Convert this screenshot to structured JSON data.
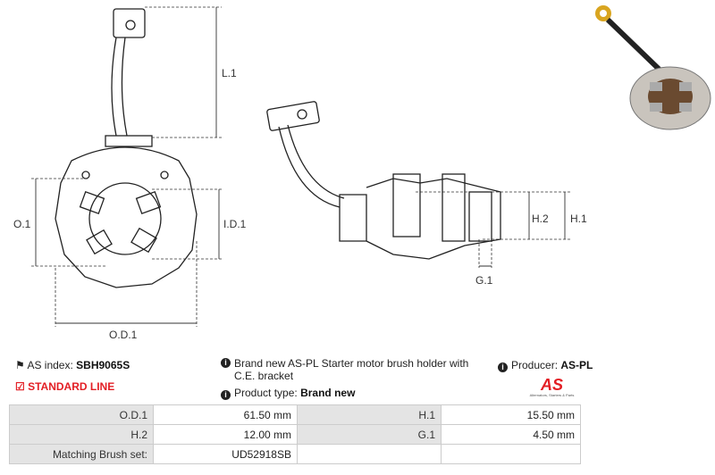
{
  "drawing": {
    "labels": {
      "l1": "L.1",
      "o1": "O.1",
      "id1": "I.D.1",
      "od1": "O.D.1",
      "h2": "H.2",
      "h1": "H.1",
      "g1": "G.1"
    }
  },
  "info": {
    "as_index_label": "AS index:",
    "as_index": "SBH9065S",
    "standard_line": "STANDARD LINE",
    "description": "Brand new AS-PL Starter motor brush holder with C.E. bracket",
    "producer_label": "Producer:",
    "producer": "AS-PL",
    "product_type_label": "Product type:",
    "product_type": "Brand new",
    "logo_text": "AS",
    "logo_tagline": "Alternators, Starters & Parts"
  },
  "specs": [
    {
      "l1": "O.D.1",
      "v1": "61.50 mm",
      "l2": "H.1",
      "v2": "15.50 mm"
    },
    {
      "l1": "H.2",
      "v1": "12.00 mm",
      "l2": "G.1",
      "v2": "4.50 mm"
    },
    {
      "l1": "Matching Brush set:",
      "v1": "UD52918SB",
      "l2": "",
      "v2": ""
    }
  ],
  "colors": {
    "accent": "#e31e24"
  }
}
